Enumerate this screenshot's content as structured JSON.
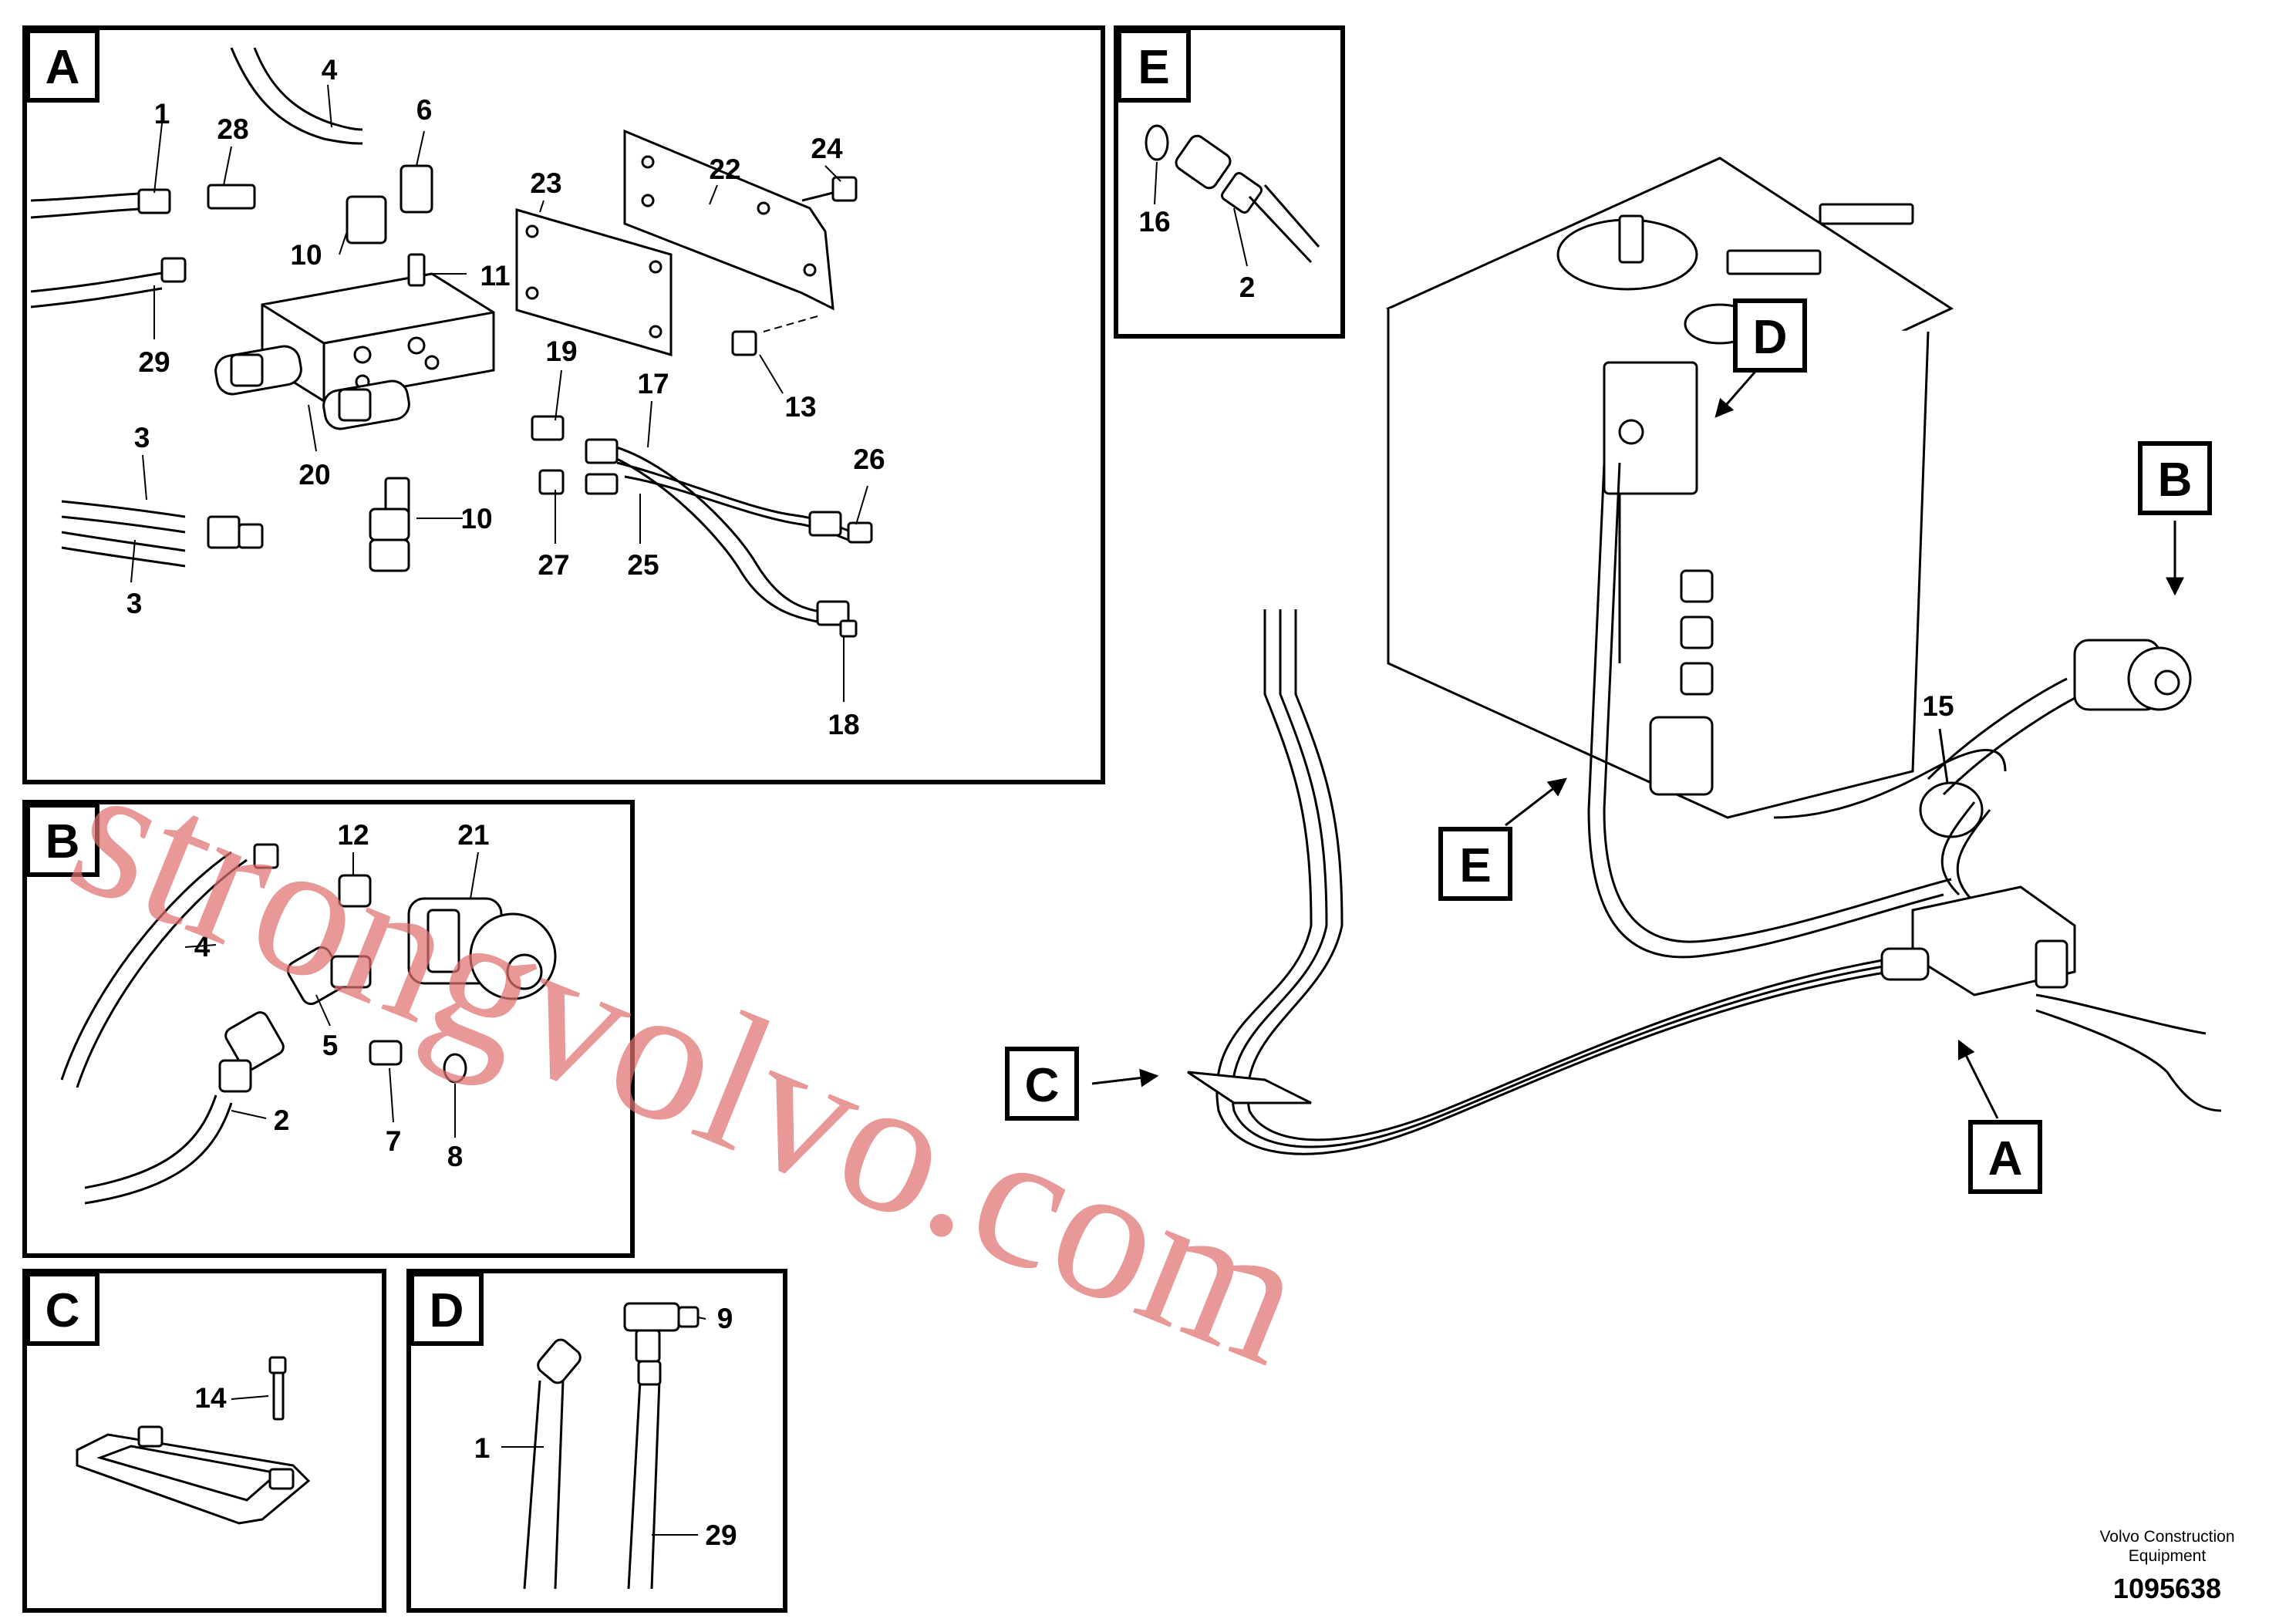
{
  "panels": {
    "A": {
      "letter": "A",
      "callouts": [
        "1",
        "28",
        "4",
        "6",
        "10",
        "11",
        "23",
        "22",
        "24",
        "29",
        "13",
        "19",
        "17",
        "26",
        "20",
        "3",
        "10",
        "27",
        "25",
        "3",
        "18"
      ]
    },
    "B": {
      "letter": "B",
      "callouts": [
        "12",
        "21",
        "4",
        "5",
        "2",
        "7",
        "8"
      ]
    },
    "C": {
      "letter": "C",
      "callouts": [
        "14"
      ]
    },
    "D": {
      "letter": "D",
      "callouts": [
        "9",
        "1",
        "29"
      ]
    },
    "E": {
      "letter": "E",
      "callouts": [
        "16",
        "2"
      ]
    }
  },
  "overview": {
    "markers": [
      "D",
      "B",
      "E",
      "C",
      "A"
    ],
    "callouts": [
      "15"
    ]
  },
  "watermark": "strongvolvo.com",
  "footer": {
    "brand_line1": "Volvo Construction",
    "brand_line2": "Equipment",
    "drawing_number": "1095638"
  }
}
